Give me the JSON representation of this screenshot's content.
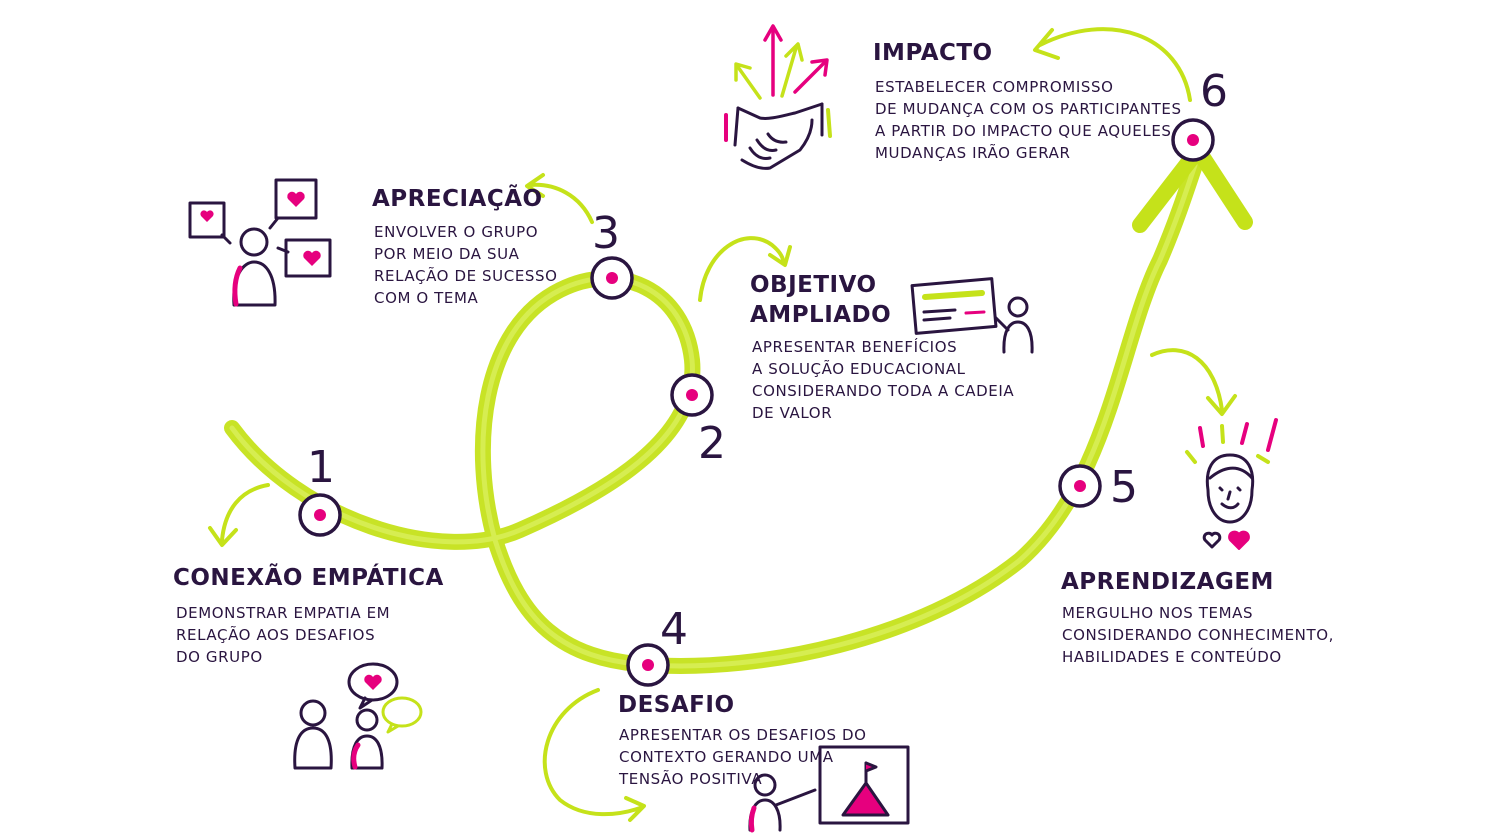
{
  "colors": {
    "lime": "#c5e21a",
    "magenta": "#e6007e",
    "ink": "#2a1540",
    "pink_light": "#f7a1d0"
  },
  "steps": [
    {
      "number": "1",
      "title": "Conexão Empática",
      "lines": [
        "Demonstrar empatia em",
        "relação aos desafios",
        "do grupo"
      ],
      "icon": "two-people-chat-heart-icon"
    },
    {
      "number": "2",
      "title_lines": [
        "Objetivo",
        "Ampliado"
      ],
      "lines": [
        "Apresentar benefícios",
        "a solução educacional",
        "considerando toda a cadeia",
        "de valor"
      ],
      "icon": "presenter-whiteboard-icon"
    },
    {
      "number": "3",
      "title": "Apreciação",
      "lines": [
        "Envolver o grupo",
        "por meio da sua",
        "relação de sucesso",
        "com o tema"
      ],
      "icon": "person-heart-bubbles-icon"
    },
    {
      "number": "4",
      "title": "Desafio",
      "lines": [
        "Apresentar os desafios do",
        "contexto gerando uma",
        "tensão positiva"
      ],
      "icon": "presenter-mountain-flag-icon"
    },
    {
      "number": "5",
      "title": "Aprendizagem",
      "lines": [
        "Mergulho nos temas",
        "considerando conhecimento,",
        "habilidades e conteúdo"
      ],
      "icon": "thinking-face-hearts-icon"
    },
    {
      "number": "6",
      "title": "Impacto",
      "lines": [
        "Estabelecer compromisso",
        "de mudança com os participantes",
        "a partir do impacto que aqueles",
        "mudanças irão gerar"
      ],
      "icon": "handshake-arrows-icon"
    }
  ]
}
